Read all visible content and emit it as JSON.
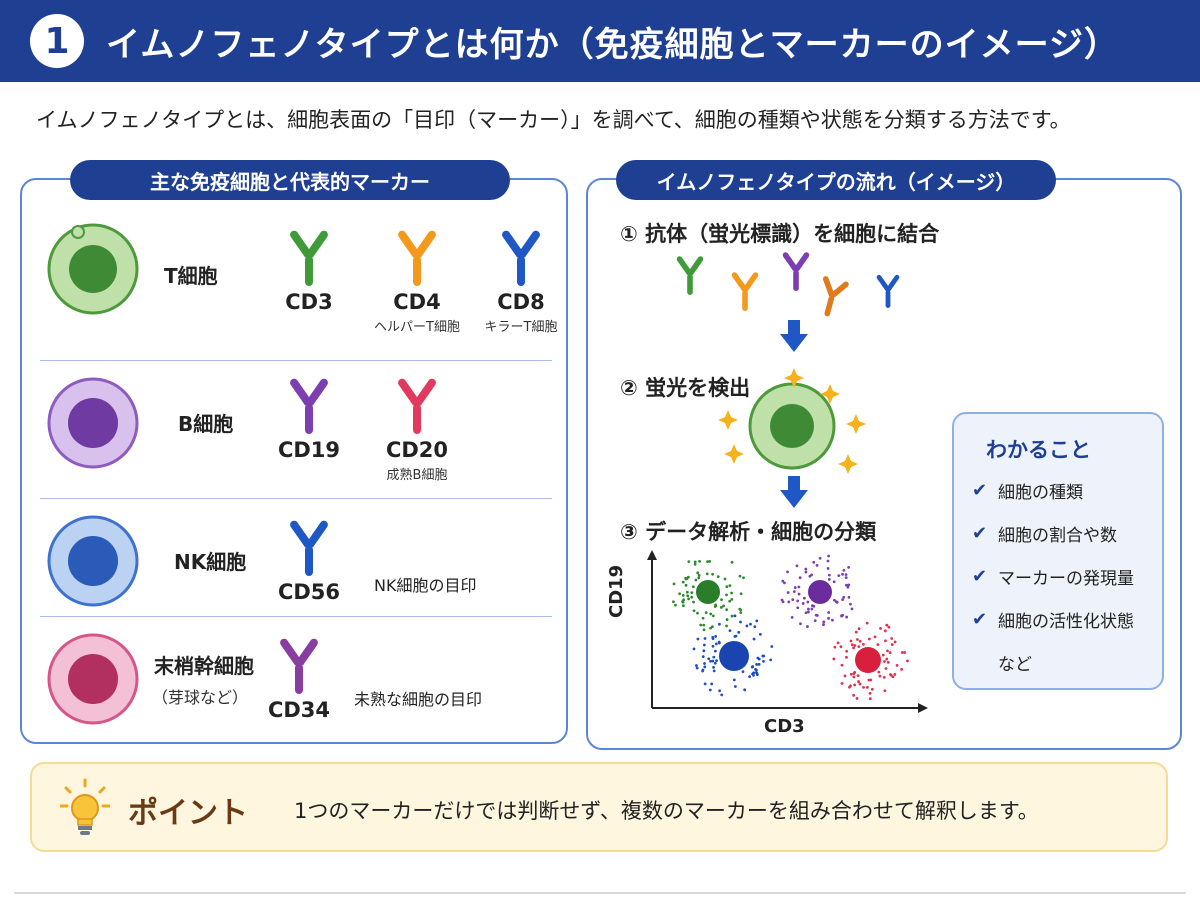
{
  "header": {
    "number": "1",
    "title": "イムノフェノタイプとは何か（免疫細胞とマーカーのイメージ）"
  },
  "intro": "イムノフェノタイプとは、細胞表面の「目印（マーカー）」を調べて、細胞の種類や状態を分類する方法です。",
  "left_panel": {
    "title": "主な免疫細胞と代表的マーカー",
    "rows": [
      {
        "cell": "T細胞",
        "color": "#4c9a3c",
        "markers": [
          {
            "label": "CD3",
            "note": "",
            "color": "#3f9a3a"
          },
          {
            "label": "CD4",
            "note": "ヘルパーT細胞",
            "color": "#f39a1d"
          },
          {
            "label": "CD8",
            "note": "キラーT細胞",
            "color": "#1f58c4"
          }
        ]
      },
      {
        "cell": "B細胞",
        "color": "#8e5bbf",
        "markers": [
          {
            "label": "CD19",
            "note": "",
            "color": "#7d3fb0"
          },
          {
            "label": "CD20",
            "note": "成熟B細胞",
            "color": "#e23a5e"
          }
        ]
      },
      {
        "cell": "NK細胞",
        "color": "#3f72cf",
        "note": "NK細胞の目印",
        "markers": [
          {
            "label": "CD56",
            "note": "",
            "color": "#1f58c4"
          }
        ]
      },
      {
        "cell": "末梢幹細胞",
        "sub": "（芽球など）",
        "color": "#d6568a",
        "note": "未熟な細胞の目印",
        "markers": [
          {
            "label": "CD34",
            "note": "",
            "color": "#8a3da0"
          }
        ]
      }
    ]
  },
  "right_panel": {
    "title": "イムノフェノタイプの流れ（イメージ）",
    "steps": [
      "① 抗体（蛍光標識）を細胞に結合",
      "② 蛍光を検出",
      "③ データ解析・細胞の分類"
    ],
    "plot": {
      "xlabel": "CD3",
      "ylabel": "CD19"
    }
  },
  "know": {
    "title": "わかること",
    "items": [
      "細胞の種類",
      "細胞の割合や数",
      "マーカーの発現量",
      "細胞の活性化状態"
    ],
    "last": "など"
  },
  "point": {
    "title": "ポイント",
    "text": "1つのマーカーだけでは判断せず、複数のマーカーを組み合わせて解釈します。"
  },
  "colors": {
    "navy": "#1f3f93",
    "accent_border": "#5b86d6"
  },
  "icons": [
    "checkmark-icon",
    "lightbulb-icon",
    "antibody-icon",
    "arrow-down-icon",
    "sparkle-icon"
  ]
}
